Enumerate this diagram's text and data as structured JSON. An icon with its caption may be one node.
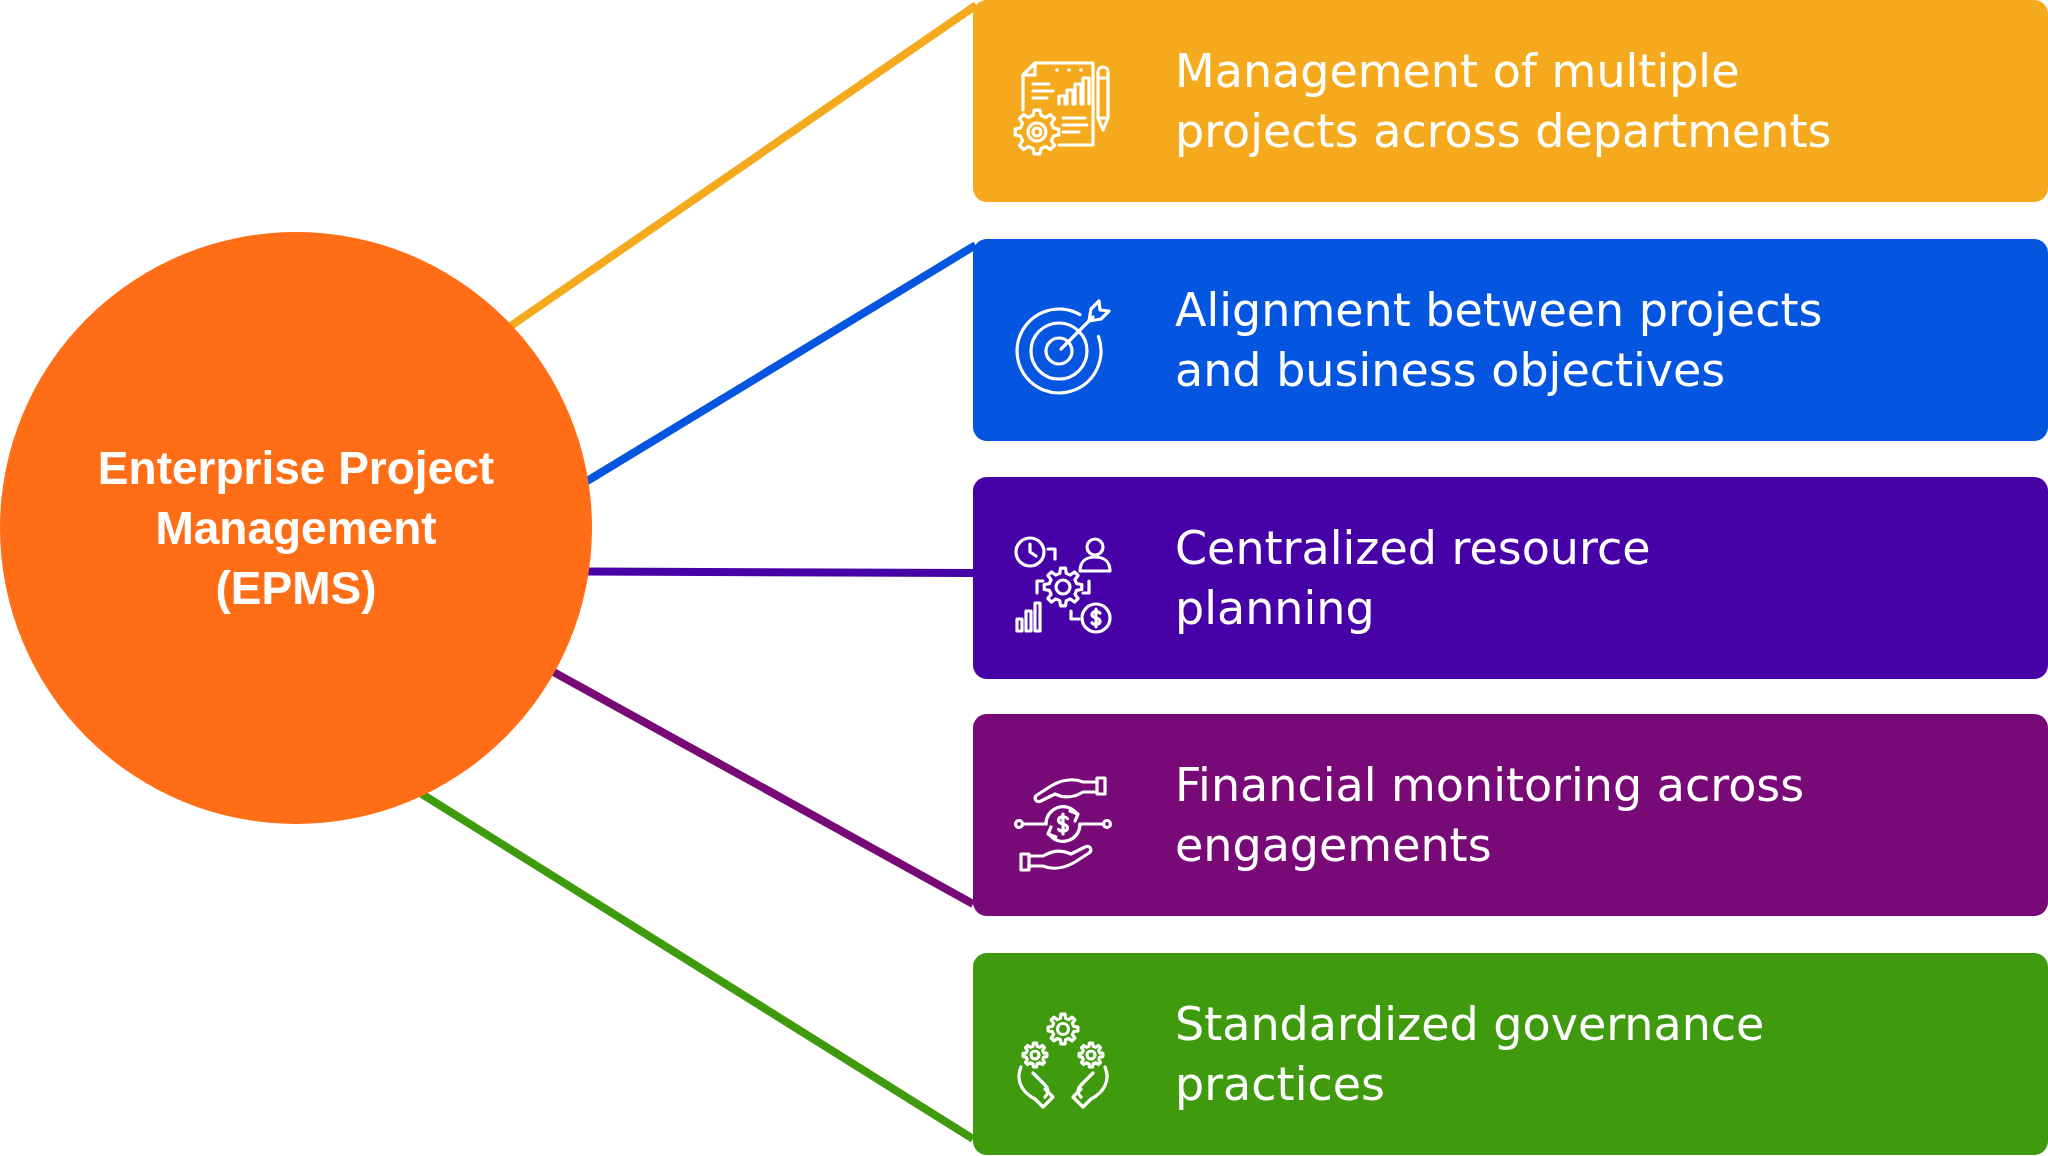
{
  "diagram": {
    "nodes": [
      {
        "text": [
          "Enterprise Project Management (EPMS)"
        ]
      },
      {
        "text": [
          "Management of multiple projects across departments"
        ]
      },
      {
        "text": [
          "Alignment between projects and business objectives"
        ]
      },
      {
        "text": [
          "Centralized resource planning"
        ]
      },
      {
        "text": [
          "Financial monitoring across engagements"
        ]
      },
      {
        "text": [
          "Standardized governance practices"
        ]
      }
    ],
    "edges": [
      {
        "from": 0,
        "to": 1,
        "arrow": "none",
        "color": "#f5aa1e"
      },
      {
        "from": 0,
        "to": 2,
        "arrow": "none",
        "color": "#0455e0"
      },
      {
        "from": 0,
        "to": 3,
        "arrow": "none",
        "color": "#4602a6"
      },
      {
        "from": 0,
        "to": 4,
        "arrow": "none",
        "color": "#780a78"
      },
      {
        "from": 0,
        "to": 5,
        "arrow": "none",
        "color": "#3f9a0e"
      }
    ]
  }
}
